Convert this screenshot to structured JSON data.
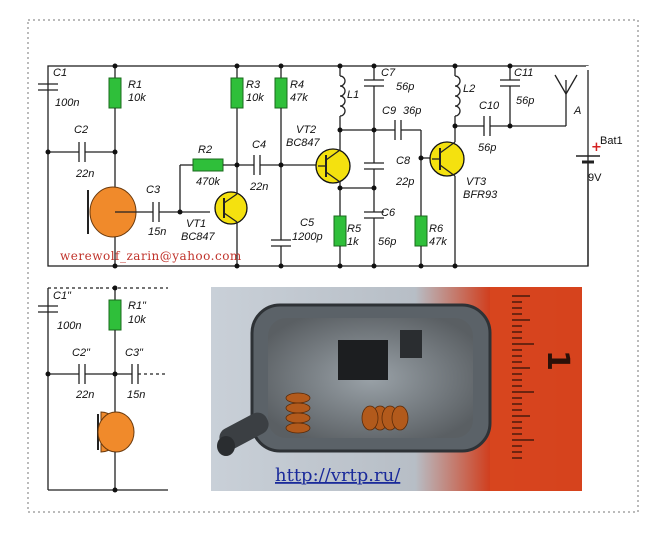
{
  "top_circuit": {
    "components": {
      "c1": {
        "name": "C1",
        "value": "100n"
      },
      "c2": {
        "name": "C2",
        "value": "22n"
      },
      "c3": {
        "name": "C3",
        "value": "15n"
      },
      "r1": {
        "name": "R1",
        "value": "10k"
      },
      "r2": {
        "name": "R2",
        "value": "470k"
      },
      "r3": {
        "name": "R3",
        "value": "10k"
      },
      "r4": {
        "name": "R4",
        "value": "47k"
      },
      "c4": {
        "name": "C4",
        "value": "22n"
      },
      "c5": {
        "name": "C5",
        "value": "1200p"
      },
      "vt1": {
        "name": "VT1",
        "value": "BC847"
      },
      "vt2": {
        "name": "VT2",
        "value": "BC847"
      },
      "l1": {
        "name": "L1"
      },
      "c7": {
        "name": "C7",
        "value": "56p"
      },
      "c9": {
        "name": "C9",
        "value": "36p"
      },
      "c8": {
        "name": "C8",
        "value": "22p"
      },
      "c6": {
        "name": "C6",
        "value": "56p"
      },
      "r5": {
        "name": "R5",
        "value": "1k"
      },
      "r6": {
        "name": "R6",
        "value": "47k"
      },
      "vt3": {
        "name": "VT3",
        "value": "BFR93"
      },
      "l2": {
        "name": "L2"
      },
      "c10": {
        "name": "C10",
        "value": "56p"
      },
      "c11": {
        "name": "C11",
        "value": "56p"
      },
      "antenna": {
        "name": "A"
      },
      "battery": {
        "name": "Bat1",
        "value": "9V"
      }
    },
    "email": "werewolf_zarin@yahoo.com"
  },
  "bottom_circuit": {
    "components": {
      "c1": {
        "name": "C1\"",
        "value": "100n"
      },
      "r1": {
        "name": "R1\"",
        "value": "10k"
      },
      "c2": {
        "name": "C2\"",
        "value": "22n"
      },
      "c3": {
        "name": "C3\"",
        "value": "15n"
      }
    }
  },
  "photo": {
    "url_text": "http://vrtp.ru/",
    "ruler_mark": "1"
  },
  "colors": {
    "resistor": "#2fbf3a",
    "transistor": "#f4e10f",
    "microphone": "#f08a2b",
    "email": "#c0332b",
    "link": "#1a2a9a"
  }
}
